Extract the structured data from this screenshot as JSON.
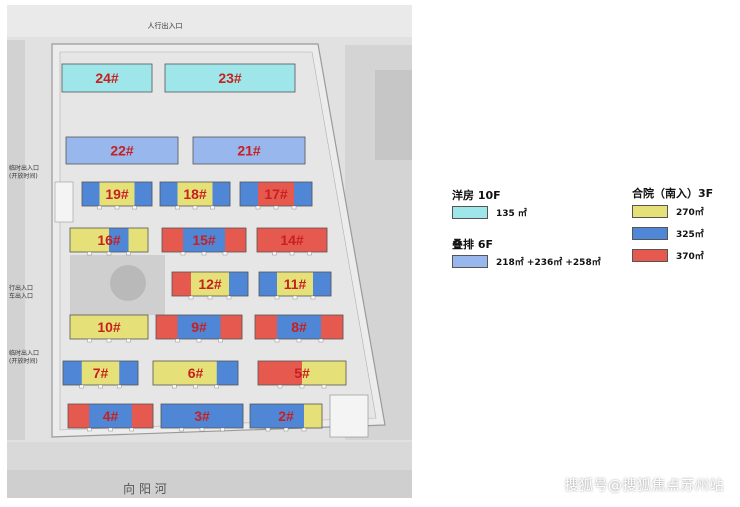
{
  "colors": {
    "cyan": "#9fe6ea",
    "periwinkle": "#98b7ec",
    "yellow": "#e6e079",
    "blue": "#4f86d6",
    "red": "#e5594f",
    "label": "#c8201f"
  },
  "gates": {
    "top": "人行出入口",
    "left1": "临时出入口",
    "left1b": "(开放时间)",
    "left2": "行出入口",
    "left2b": "车出入口",
    "left3": "临时出入口",
    "left3b": "(开放时间)"
  },
  "road": {
    "label": "向  阳  河"
  },
  "buildings": [
    {
      "id": "24",
      "label": "24#",
      "type": "yangfang"
    },
    {
      "id": "23",
      "label": "23#",
      "type": "yangfang"
    },
    {
      "id": "22",
      "label": "22#",
      "type": "diepai"
    },
    {
      "id": "21",
      "label": "21#",
      "type": "diepai"
    },
    {
      "id": "19",
      "label": "19#",
      "type": "heyuan"
    },
    {
      "id": "18",
      "label": "18#",
      "type": "heyuan"
    },
    {
      "id": "17",
      "label": "17#",
      "type": "heyuan"
    },
    {
      "id": "16",
      "label": "16#",
      "type": "heyuan"
    },
    {
      "id": "15",
      "label": "15#",
      "type": "heyuan"
    },
    {
      "id": "14",
      "label": "14#",
      "type": "heyuan"
    },
    {
      "id": "12",
      "label": "12#",
      "type": "heyuan"
    },
    {
      "id": "11",
      "label": "11#",
      "type": "heyuan"
    },
    {
      "id": "10",
      "label": "10#",
      "type": "heyuan"
    },
    {
      "id": "9",
      "label": "9#",
      "type": "heyuan"
    },
    {
      "id": "8",
      "label": "8#",
      "type": "heyuan"
    },
    {
      "id": "7",
      "label": "7#",
      "type": "heyuan"
    },
    {
      "id": "6",
      "label": "6#",
      "type": "heyuan"
    },
    {
      "id": "5",
      "label": "5#",
      "type": "heyuan"
    },
    {
      "id": "4",
      "label": "4#",
      "type": "heyuan"
    },
    {
      "id": "3",
      "label": "3#",
      "type": "heyuan"
    },
    {
      "id": "2",
      "label": "2#",
      "type": "heyuan"
    }
  ],
  "legend": {
    "yangfang": {
      "title": "洋房 10F",
      "items": [
        {
          "color": "#9fe6ea",
          "text": "135 ㎡"
        }
      ]
    },
    "diepai": {
      "title": "叠排 6F",
      "items": [
        {
          "color": "#98b7ec",
          "text": "218㎡ +236㎡ +258㎡"
        }
      ]
    },
    "heyuan": {
      "title": "合院（南入）3F",
      "items": [
        {
          "color": "#e6e079",
          "text": "270㎡"
        },
        {
          "color": "#4f86d6",
          "text": "325㎡"
        },
        {
          "color": "#e5594f",
          "text": "370㎡"
        }
      ]
    }
  },
  "watermark": "搜狐号@搜狐焦点苏州站"
}
